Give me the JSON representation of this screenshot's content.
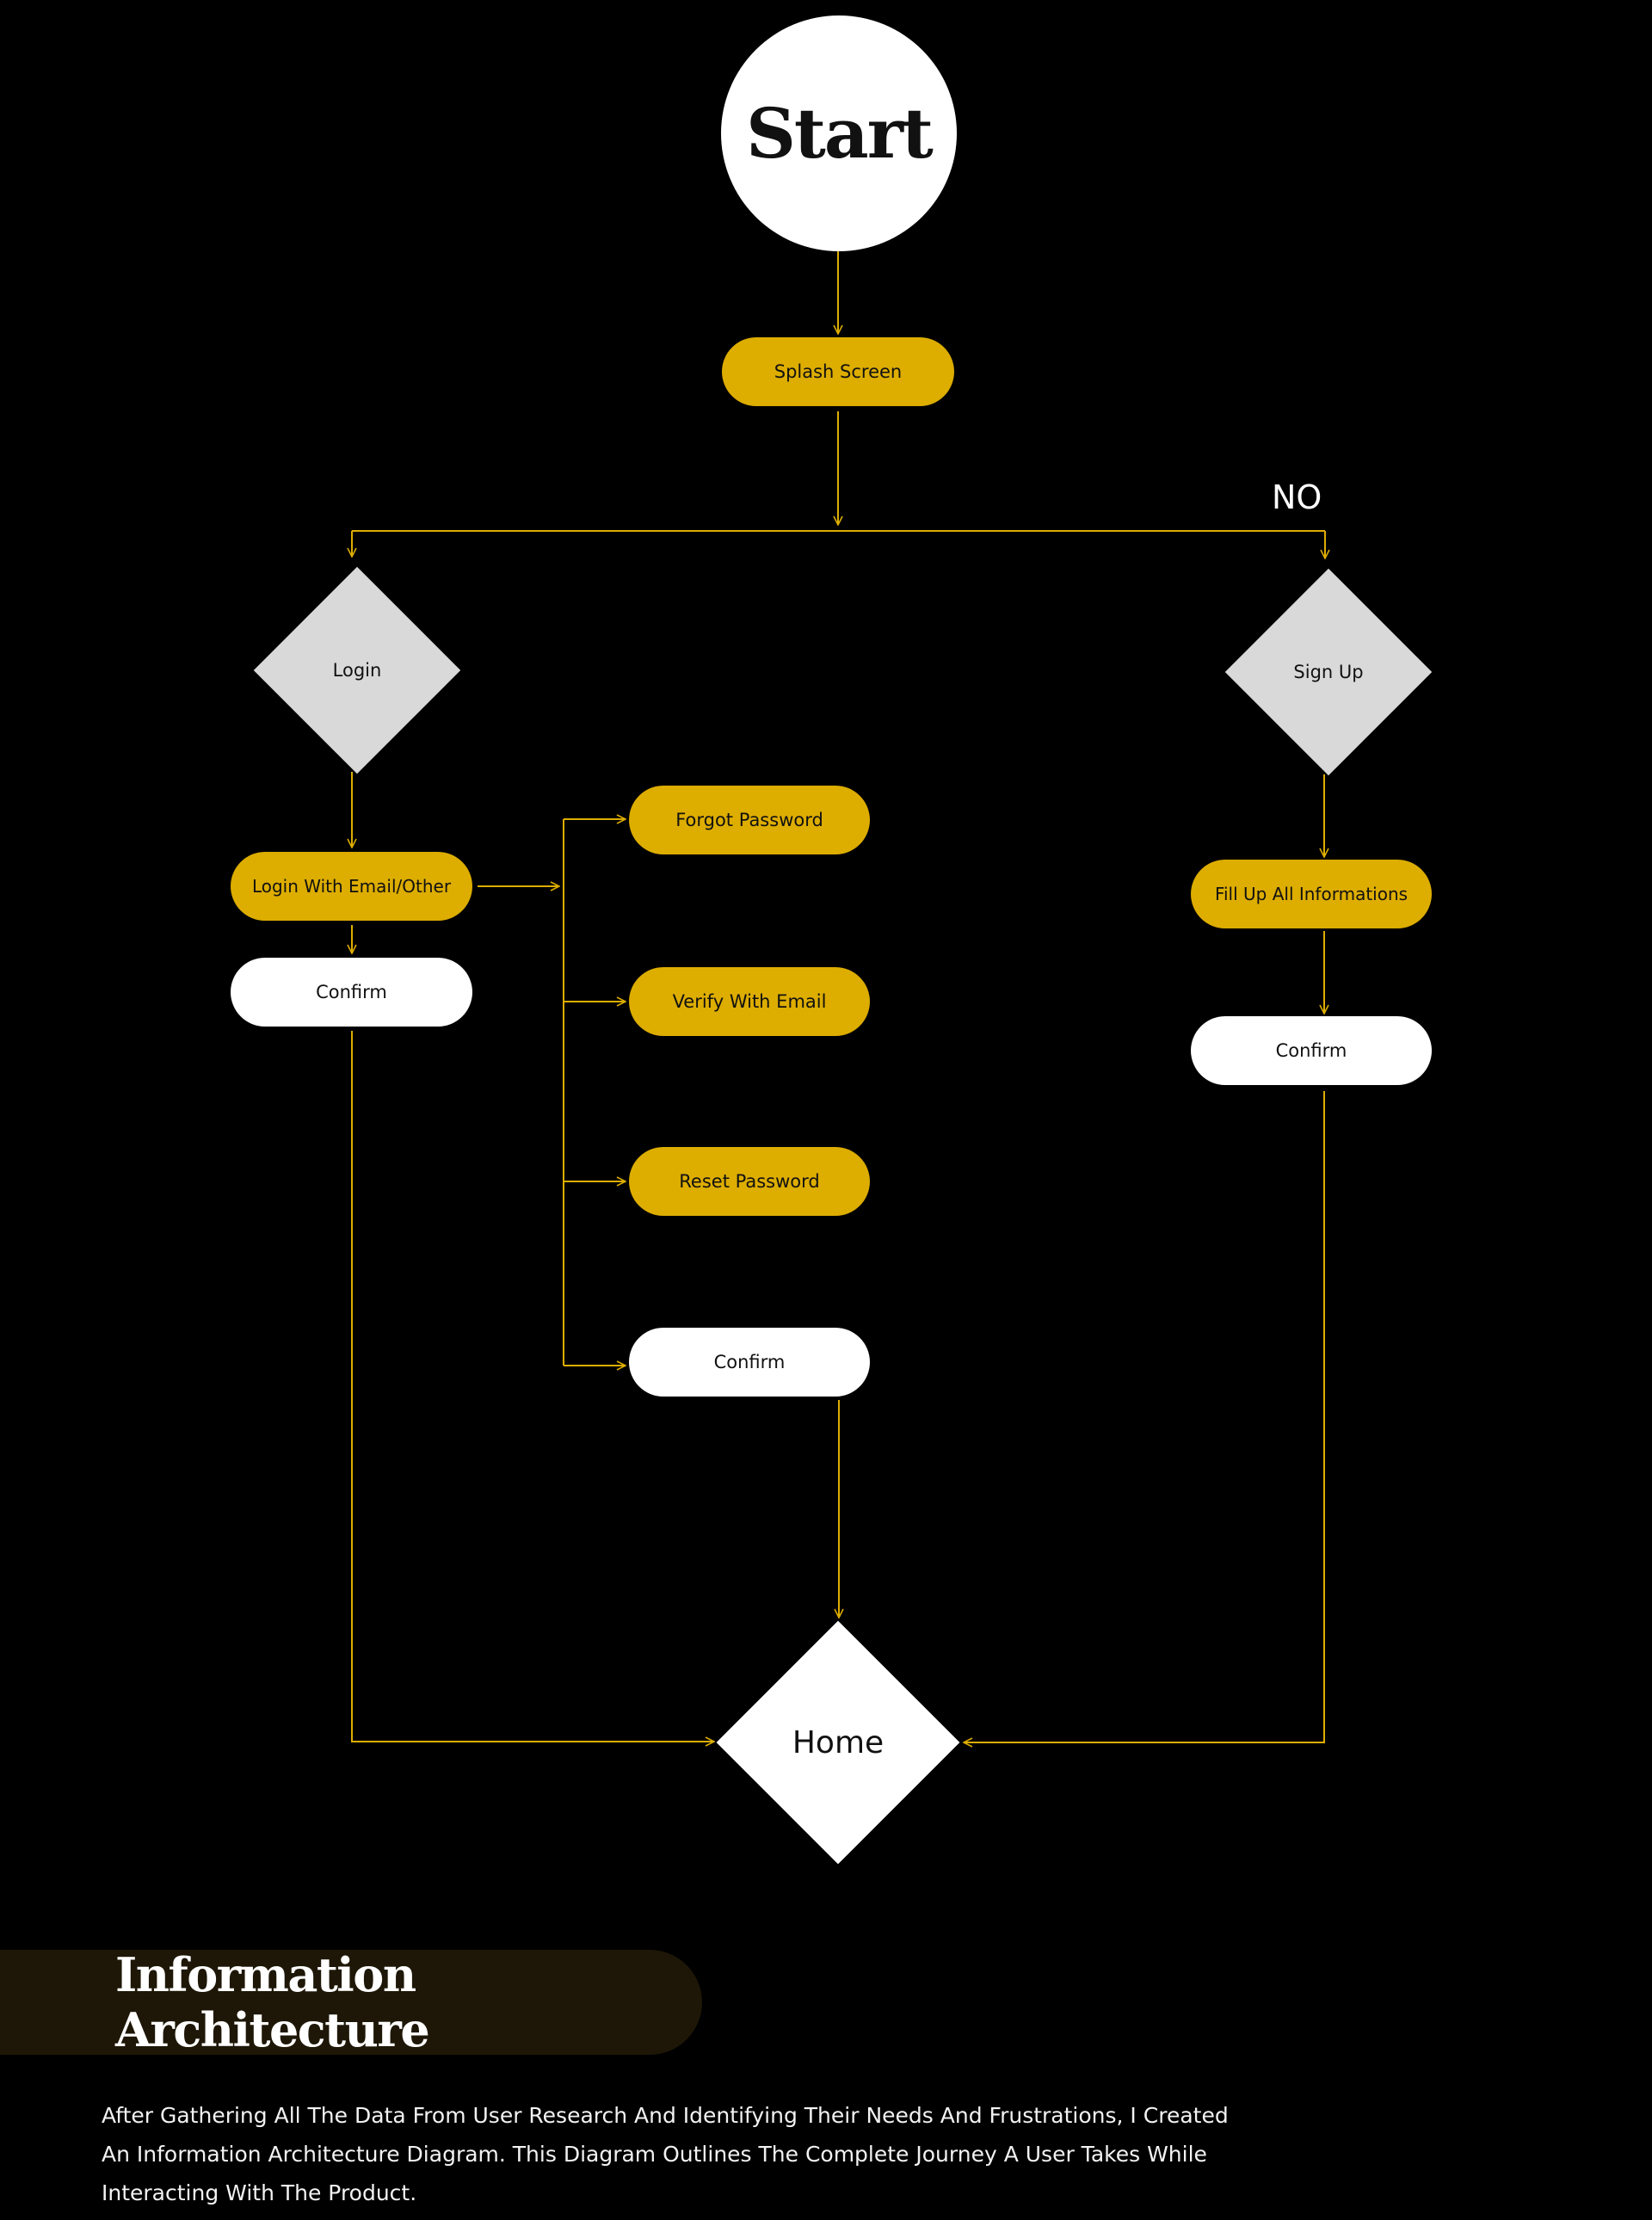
{
  "diagram": {
    "start": "Start",
    "splash": "Splash Screen",
    "no_label": "NO",
    "login": "Login",
    "signup": "Sign Up",
    "login_email": "Login With Email/Other",
    "login_confirm": "Confirm",
    "forgot_password": "Forgot Password",
    "verify_email": "Verify With Email",
    "reset_password": "Reset Password",
    "reset_confirm": "Confirm",
    "fill_info": "Fill Up All Informations",
    "signup_confirm": "Confirm",
    "home": "Home"
  },
  "colors": {
    "background": "#000000",
    "accent": "#DDAD00",
    "connector": "#DDAD00",
    "decision": "#D9D9D9",
    "banner": "#1E1707"
  },
  "section": {
    "title": "Information Architecture",
    "description": "After Gathering All The Data From User Research And Identifying Their Needs And Frustrations, I Created An Information Architecture Diagram. This Diagram Outlines The Complete Journey A User Takes While Interacting With The Product."
  }
}
